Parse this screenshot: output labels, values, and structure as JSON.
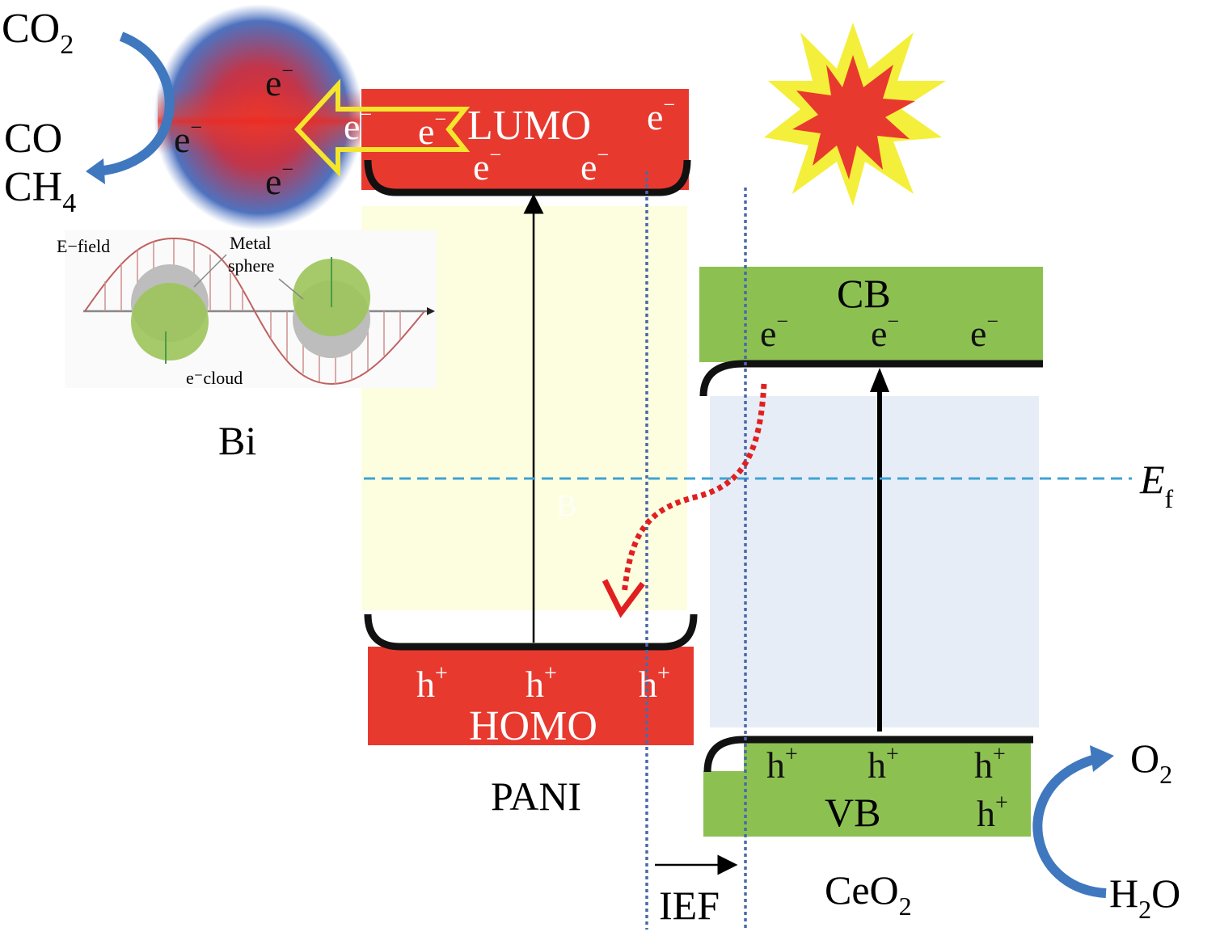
{
  "colors": {
    "band_red": "#e8392f",
    "band_green": "#8cc152",
    "pani_gap": "#fdfde0",
    "ceo2_gap": "#e6edf7",
    "fermi_line": "#3ea3d4",
    "interface_dotted": "#4a6aa8",
    "reaction_arrow": "#3f78be",
    "electron_transfer_arrow": "#e02020"
  },
  "reduction": {
    "reactant": "CO",
    "reactant_sub": "2",
    "product1": "CO",
    "product2": "CH",
    "product2_sub": "4"
  },
  "bi": {
    "label": "Bi",
    "electron": "e",
    "charge": "−",
    "inset": {
      "efield": "E−field",
      "metal1": "Metal",
      "metal2": "sphere",
      "cloud": "e⁻cloud"
    }
  },
  "pani": {
    "label": "PANI",
    "lumo": "LUMO",
    "homo": "HOMO",
    "electron": "e",
    "charge_minus": "−",
    "hole": "h",
    "charge_plus": "+",
    "faint_mark": "B"
  },
  "ceo2": {
    "label": "CeO",
    "label_sub": "2",
    "cb": "CB",
    "vb": "VB"
  },
  "fermi": {
    "label": "E",
    "sub": "f"
  },
  "ief": {
    "label": "IEF"
  },
  "oxidation": {
    "reactant": "H",
    "reactant_sub": "2",
    "reactant_tail": "O",
    "product": "O",
    "product_sub": "2"
  }
}
